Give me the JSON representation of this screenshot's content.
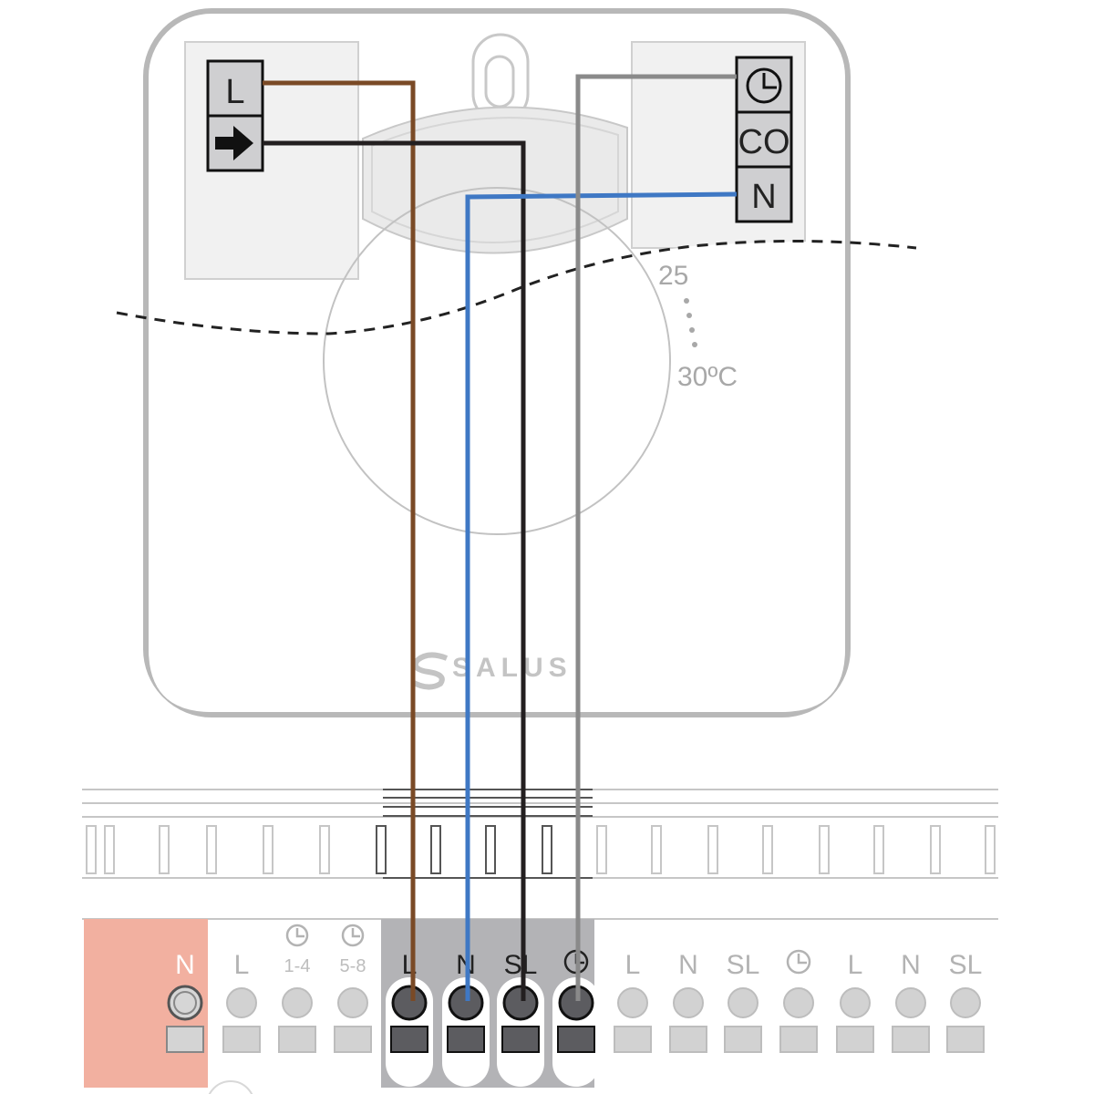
{
  "thermostat": {
    "brand": "SALUS",
    "scale_top": "25",
    "scale_bottom": "30ºC",
    "left_terminals": [
      {
        "label": "L",
        "icon": "text"
      },
      {
        "label": "",
        "icon": "arrow-right-icon"
      }
    ],
    "right_terminals": [
      {
        "label": "",
        "icon": "clock-icon"
      },
      {
        "label": "CO",
        "icon": "text"
      },
      {
        "label": "N",
        "icon": "text"
      }
    ]
  },
  "wiring_center": {
    "terminals": [
      {
        "label": "N",
        "sublabel": "",
        "icon": "",
        "state": "neutral-highlight"
      },
      {
        "label": "L",
        "sublabel": "",
        "icon": "",
        "state": "inactive"
      },
      {
        "label": "",
        "sublabel": "1-4",
        "icon": "clock-icon",
        "state": "inactive"
      },
      {
        "label": "",
        "sublabel": "5-8",
        "icon": "clock-icon",
        "state": "inactive"
      },
      {
        "label": "L",
        "sublabel": "",
        "icon": "",
        "state": "active"
      },
      {
        "label": "N",
        "sublabel": "",
        "icon": "",
        "state": "active"
      },
      {
        "label": "SL",
        "sublabel": "",
        "icon": "",
        "state": "active"
      },
      {
        "label": "",
        "sublabel": "",
        "icon": "clock-icon",
        "state": "active"
      },
      {
        "label": "L",
        "sublabel": "",
        "icon": "",
        "state": "inactive"
      },
      {
        "label": "N",
        "sublabel": "",
        "icon": "",
        "state": "inactive"
      },
      {
        "label": "SL",
        "sublabel": "",
        "icon": "",
        "state": "inactive"
      },
      {
        "label": "",
        "sublabel": "",
        "icon": "clock-icon",
        "state": "inactive"
      },
      {
        "label": "L",
        "sublabel": "",
        "icon": "",
        "state": "inactive"
      },
      {
        "label": "N",
        "sublabel": "",
        "icon": "",
        "state": "inactive"
      },
      {
        "label": "SL",
        "sublabel": "",
        "icon": "",
        "state": "inactive"
      }
    ]
  },
  "wires": [
    {
      "from": "L",
      "to": "L",
      "color": "#7a4a26"
    },
    {
      "from": "arrow",
      "to": "SL",
      "color": "#231f20"
    },
    {
      "from": "N",
      "to": "N",
      "color": "#3f78c4"
    },
    {
      "from": "clock",
      "to": "clock",
      "color": "#8a8a8a"
    }
  ],
  "colors": {
    "neutral_highlight": "#f2b0a0",
    "active_block": "#b3b3b6",
    "housing_stroke": "#b8b8b8"
  }
}
